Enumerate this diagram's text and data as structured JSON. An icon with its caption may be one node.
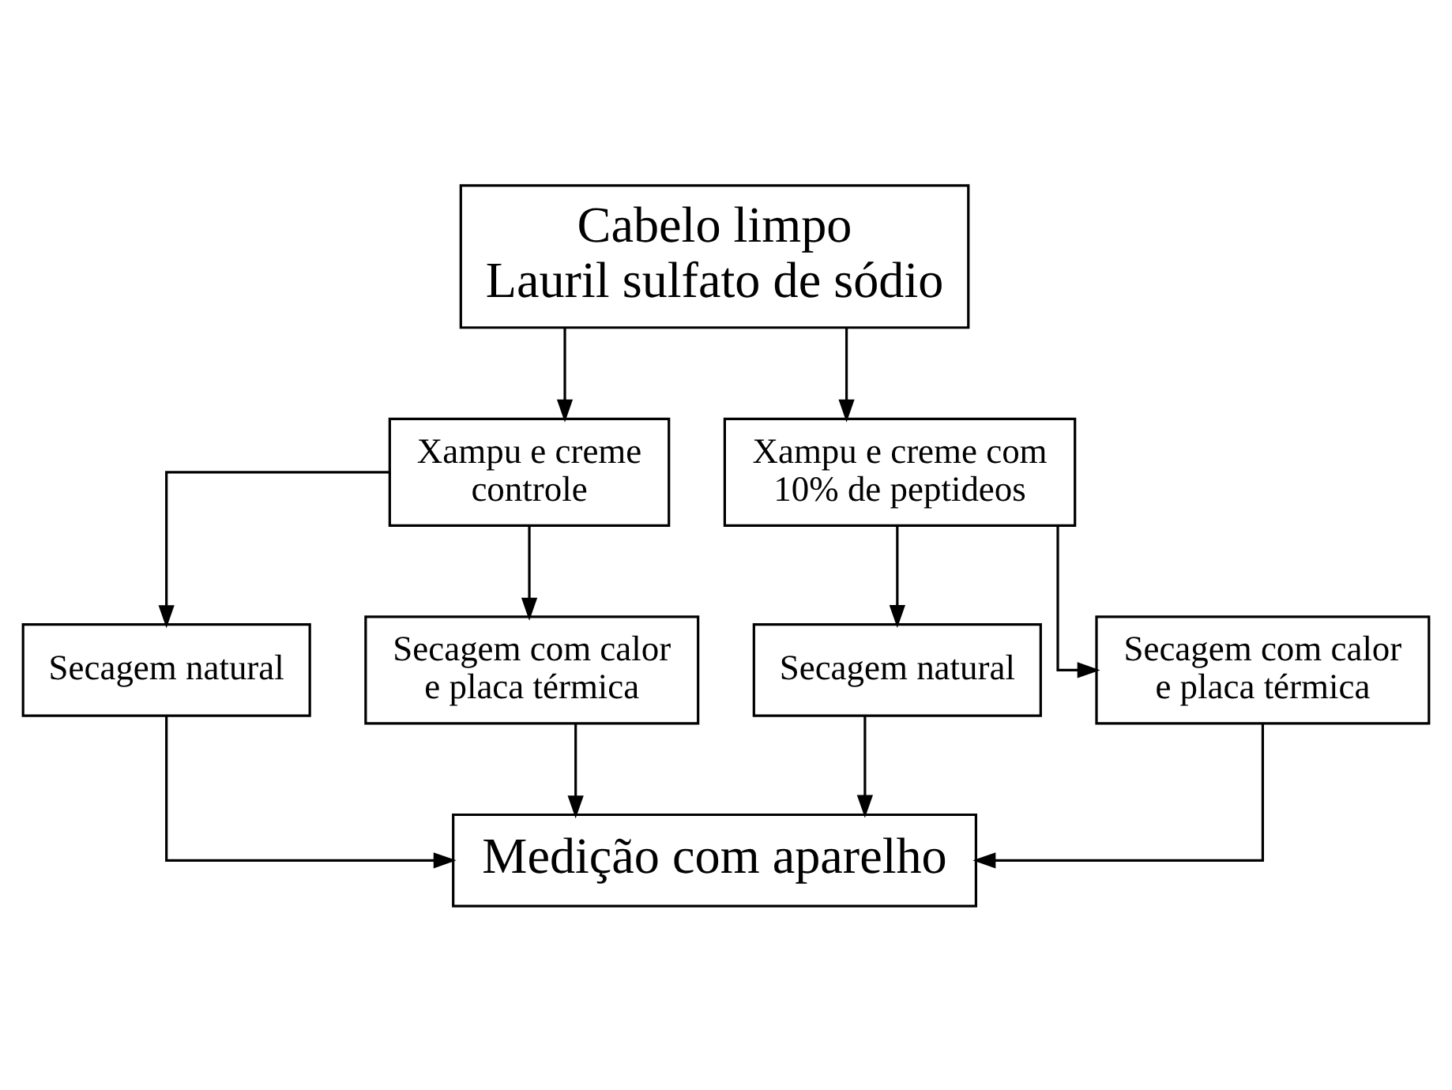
{
  "diagram": {
    "nodes": [
      {
        "text": [
          "Cabelo limpo",
          "Lauril sulfato de sódio"
        ]
      },
      {
        "text": [
          "Xampu e creme controle"
        ]
      },
      {
        "text": [
          "Xampu e creme com 10% de peptideos"
        ]
      },
      {
        "text": [
          "Secagem natural"
        ]
      },
      {
        "text": [
          "Secagem com calor e placa térmica"
        ]
      },
      {
        "text": [
          "Secagem natural"
        ]
      },
      {
        "text": [
          "Secagem com calor e placa térmica"
        ]
      },
      {
        "text": [
          "Medição com aparelho"
        ]
      }
    ],
    "edges": [
      {
        "from": 0,
        "to": 1,
        "arrow": "to"
      },
      {
        "from": 0,
        "to": 2,
        "arrow": "to"
      },
      {
        "from": 1,
        "to": 3,
        "arrow": "to"
      },
      {
        "from": 1,
        "to": 4,
        "arrow": "to"
      },
      {
        "from": 2,
        "to": 5,
        "arrow": "to"
      },
      {
        "from": 2,
        "to": 6,
        "arrow": "to"
      },
      {
        "from": 3,
        "to": 7,
        "arrow": "to"
      },
      {
        "from": 4,
        "to": 7,
        "arrow": "to"
      },
      {
        "from": 5,
        "to": 7,
        "arrow": "to"
      },
      {
        "from": 6,
        "to": 7,
        "arrow": "to"
      }
    ]
  }
}
